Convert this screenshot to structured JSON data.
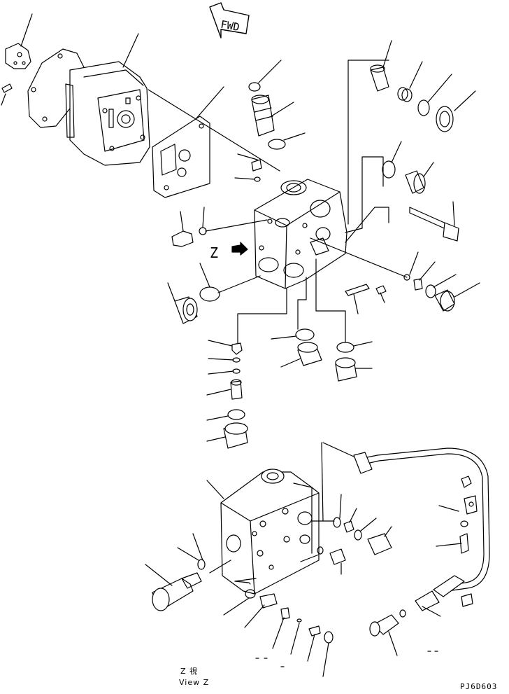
{
  "direction_marker": {
    "label": "FWD"
  },
  "view_marker": {
    "letter": "Z"
  },
  "caption": {
    "line1": "Z 視",
    "line2": "View Z"
  },
  "drawing_code": "PJ6D603"
}
